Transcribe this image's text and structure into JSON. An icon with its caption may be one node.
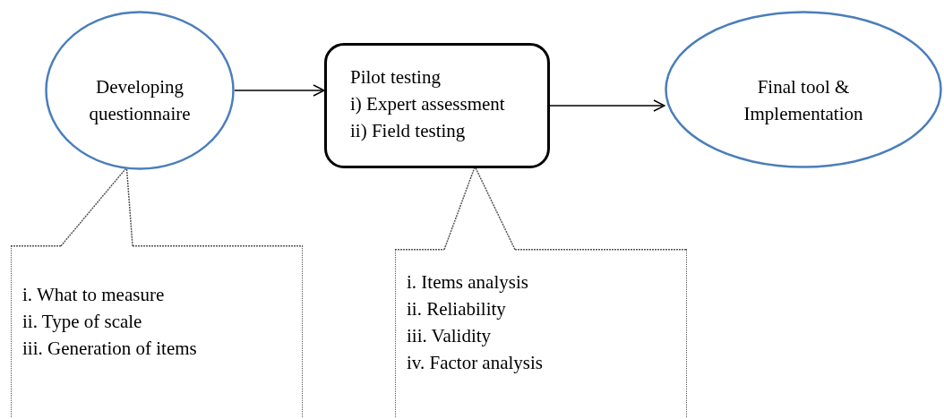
{
  "diagram": {
    "nodes": [
      {
        "text": [
          "Developing questionnaire"
        ]
      },
      {
        "text": [
          "Pilot testing",
          "i) Expert assessment",
          "ii) Field testing"
        ]
      },
      {
        "text": [
          "Final tool & Implementation"
        ]
      },
      {
        "text": [
          "i. What to measure",
          "ii. Type of scale",
          "iii. Generation of items"
        ]
      },
      {
        "text": [
          "i. Items analysis",
          "ii. Reliability",
          "iii. Validity",
          "iv. Factor analysis"
        ]
      }
    ],
    "edges": [
      {
        "from": 0,
        "to": 1,
        "arrow": "to"
      },
      {
        "from": 1,
        "to": 2,
        "arrow": "to"
      },
      {
        "from": 3,
        "to": 0,
        "arrow": "none",
        "style": "dashed"
      },
      {
        "from": 4,
        "to": 1,
        "arrow": "none",
        "style": "dashed"
      }
    ]
  }
}
